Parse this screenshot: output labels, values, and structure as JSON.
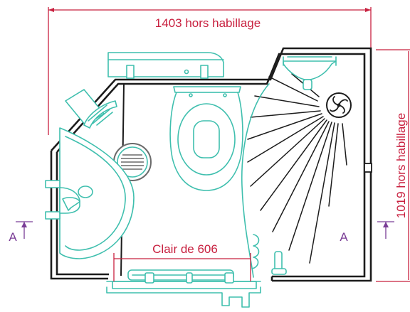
{
  "dimensions": {
    "overall_width": "1403 hors habillage",
    "overall_depth": "1019 hors habillage",
    "door_clear": "Clair de 606"
  },
  "section_marks": {
    "left": "A",
    "right": "A"
  },
  "colors": {
    "dimension": "#c8203f",
    "fixture": "#3fbfae",
    "wall": "#1c1c1c",
    "section": "#7a3d96"
  }
}
